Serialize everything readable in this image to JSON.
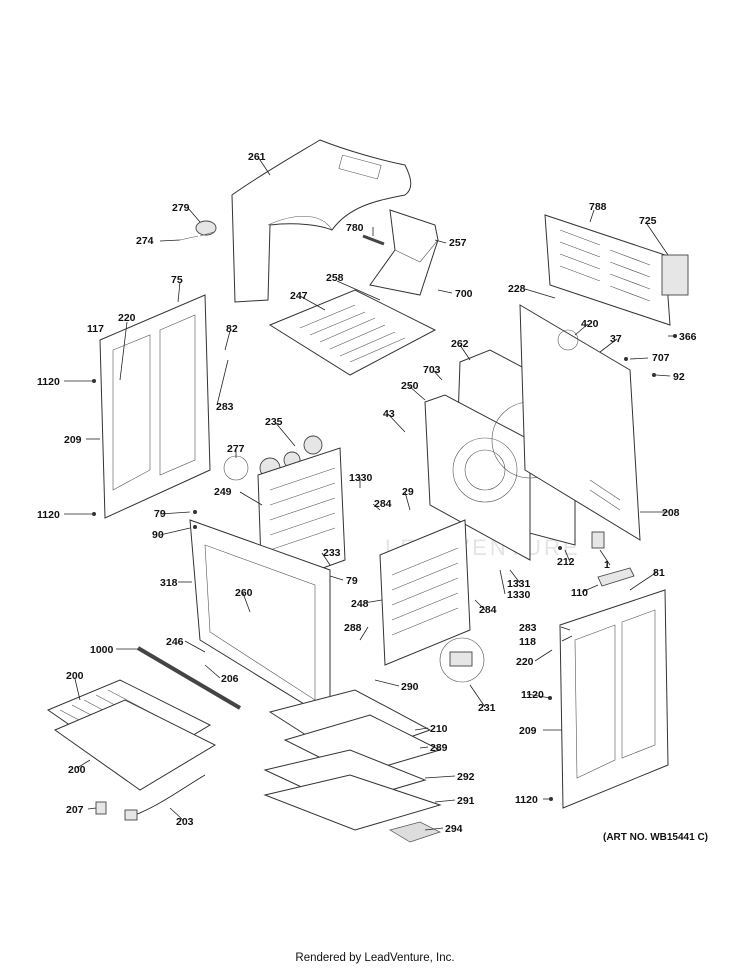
{
  "art_number": "(ART NO. WB15441 C)",
  "footer": "Rendered by LeadVenture, Inc.",
  "watermark": "LEADVENTURE",
  "callouts": [
    "261",
    "279",
    "274",
    "780",
    "257",
    "788",
    "725",
    "75",
    "117",
    "220",
    "82",
    "1120",
    "283",
    "209",
    "247",
    "258",
    "700",
    "228",
    "420",
    "37",
    "366",
    "262",
    "703",
    "707",
    "92",
    "250",
    "43",
    "235",
    "277",
    "249",
    "1330",
    "284",
    "29",
    "79",
    "90",
    "233",
    "318",
    "260",
    "248",
    "208",
    "212",
    "1",
    "1331",
    "81",
    "110",
    "118",
    "1000",
    "246",
    "288",
    "206",
    "200",
    "290",
    "231",
    "210",
    "289",
    "292",
    "291",
    "207",
    "203",
    "294"
  ]
}
